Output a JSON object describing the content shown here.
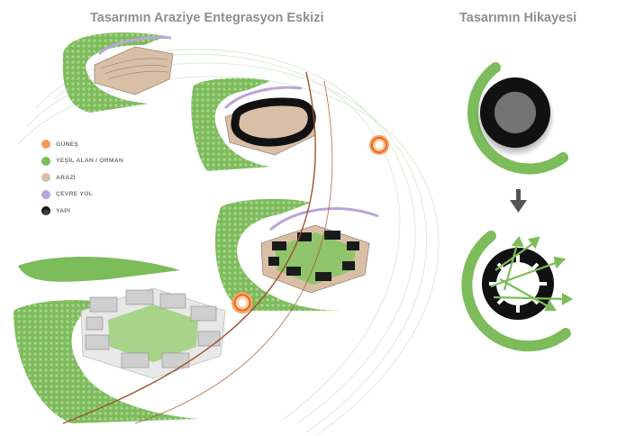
{
  "titles": {
    "left": "Tasarımın Araziye Entegrasyon Eskizi",
    "right": "Tasarımın Hikayesi"
  },
  "legend": [
    {
      "label": "GÜNEŞ",
      "color": "#f29a5a"
    },
    {
      "label": "YEŞİL ALAN / ORMAN",
      "color": "#7cbc5a"
    },
    {
      "label": "ARAZİ",
      "color": "#d8bfa6"
    },
    {
      "label": "ÇEVRE YOL",
      "color": "#b9a6d8"
    },
    {
      "label": "YAPI",
      "color": "#111111"
    }
  ],
  "colors": {
    "green": "#7cbc5a",
    "green_light": "#a8d48a",
    "sun": "#f29a5a",
    "sun_ring": "#e86a22",
    "terrain": "#d8bfa6",
    "road": "#b9a6d8",
    "building": "#111111",
    "path": "#a0522d",
    "arrow": "#555555"
  }
}
